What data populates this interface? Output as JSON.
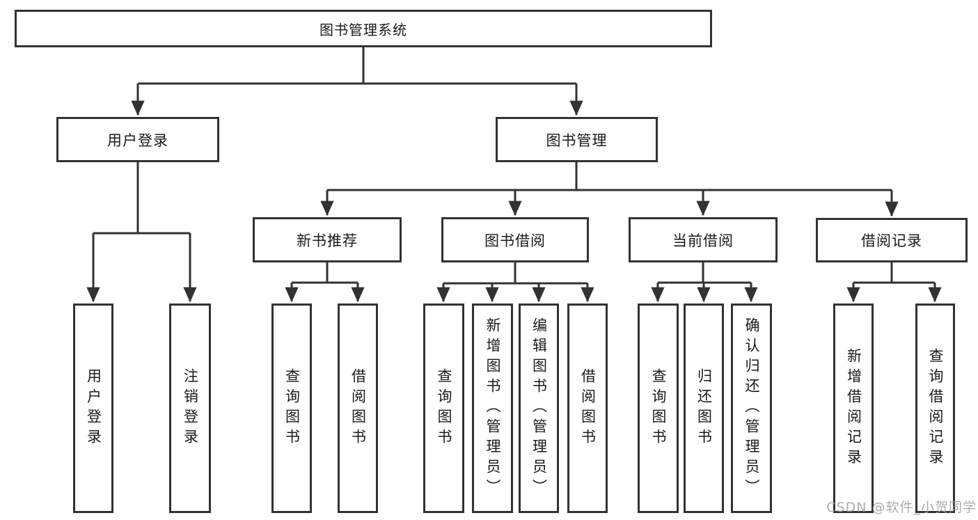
{
  "diagram": {
    "root": "图书管理系统",
    "branches": [
      {
        "label": "用户登录",
        "leaves": [
          "用户登录",
          "注销登录"
        ]
      },
      {
        "label": "图书管理",
        "groups": [
          {
            "label": "新书推荐",
            "leaves": [
              "查询图书",
              "借阅图书"
            ]
          },
          {
            "label": "图书借阅",
            "leaves": [
              "查询图书",
              "新增图书（管理员）",
              "编辑图书（管理员）",
              "借阅图书"
            ]
          },
          {
            "label": "当前借阅",
            "leaves": [
              "查询图书",
              "归还图书",
              "确认归还（管理员）"
            ]
          },
          {
            "label": "借阅记录",
            "leaves": [
              "新增借阅记录",
              "查询借阅记录"
            ]
          }
        ]
      }
    ],
    "colors": {
      "line": "#323232",
      "box_border": "#323232",
      "text": "#1a1a1a",
      "box_background": "#ffffff",
      "watermark": "#9e9e9e"
    }
  },
  "watermark": "CSDN @软件_小贺同学"
}
